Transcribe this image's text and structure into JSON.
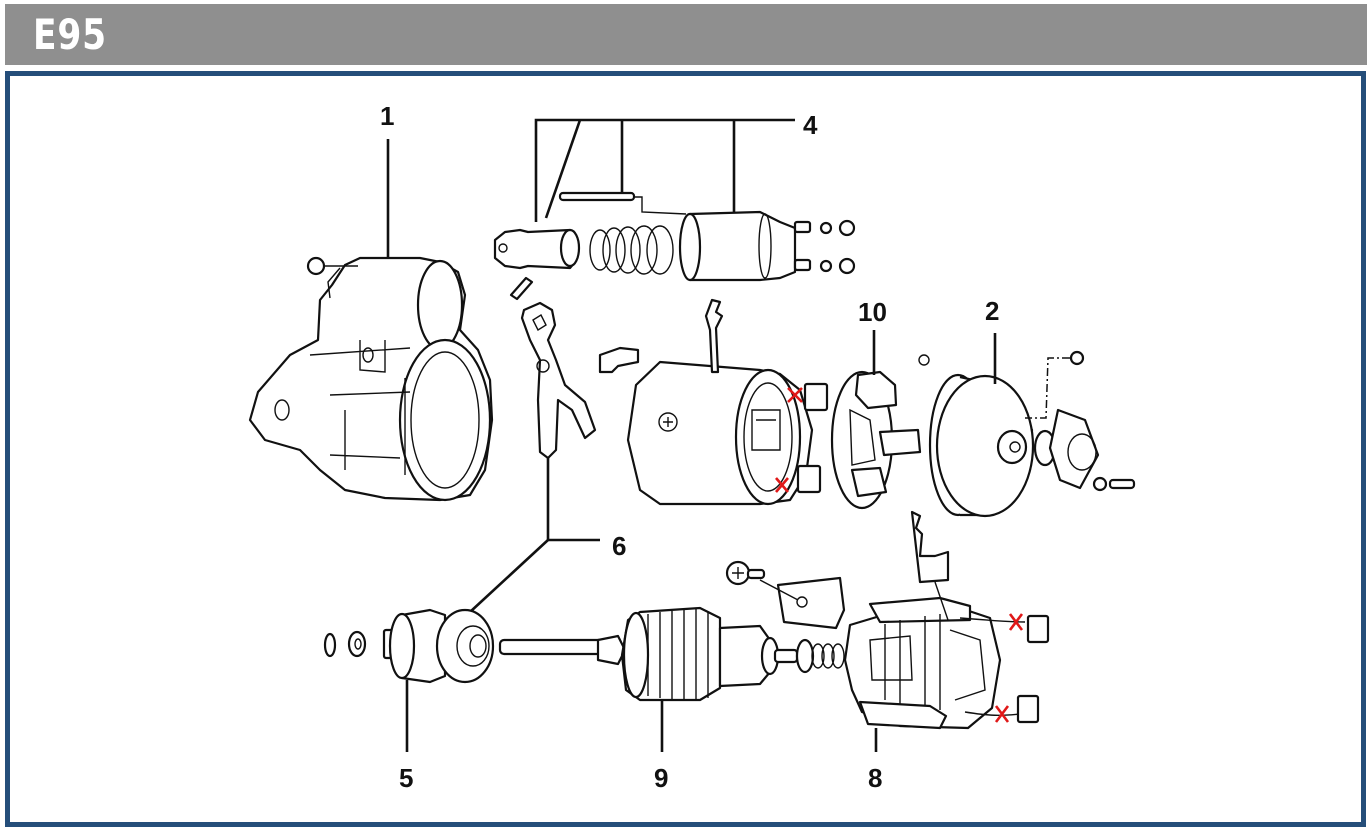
{
  "header": {
    "title": "E95",
    "background_color": "#8f8f8f",
    "text_color": "#ffffff"
  },
  "frame": {
    "border_color": "#254e7a"
  },
  "diagram": {
    "subject": "starter motor exploded view",
    "callouts": [
      {
        "id": "1",
        "label": "1",
        "part": "drive-end housing"
      },
      {
        "id": "2",
        "label": "2",
        "part": "commutator end cover"
      },
      {
        "id": "4",
        "label": "4",
        "part": "solenoid assembly"
      },
      {
        "id": "5",
        "label": "5",
        "part": "pinion drive"
      },
      {
        "id": "6",
        "label": "6",
        "part": "shift fork / lever"
      },
      {
        "id": "8",
        "label": "8",
        "part": "field coils"
      },
      {
        "id": "9",
        "label": "9",
        "part": "armature"
      },
      {
        "id": "10",
        "label": "10",
        "part": "brush holder"
      }
    ],
    "marker_color": "#e01818",
    "markers": [
      "cut-mark",
      "cut-mark",
      "cut-mark",
      "cut-mark"
    ]
  }
}
